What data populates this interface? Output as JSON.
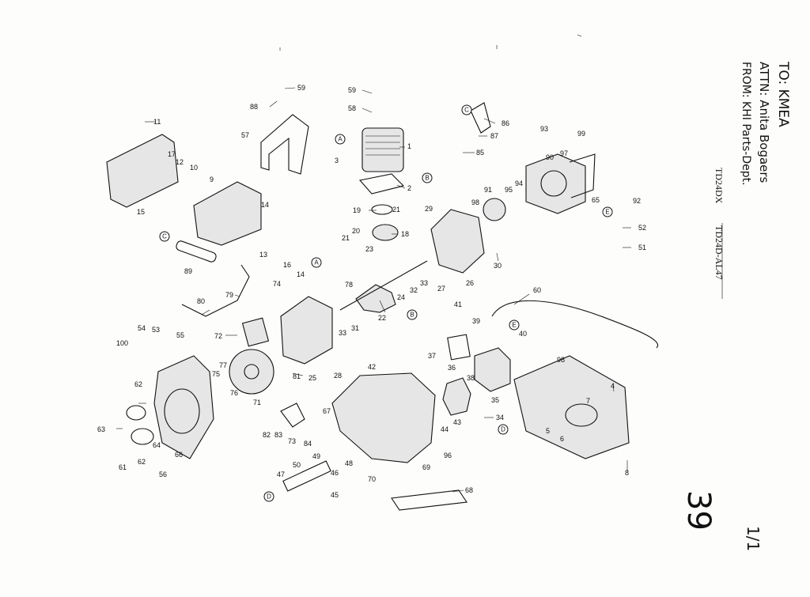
{
  "fax_header": {
    "to": "TO: KMEA",
    "attn": "ATTN: Anita Bogaers",
    "from": "FROM: KHI Parts-Dept."
  },
  "model": {
    "code_1": "TD24DX",
    "code_2": "TD24D-AL47"
  },
  "page_mark": {
    "number": "39",
    "fraction": "1/1"
  },
  "callouts": [
    "A",
    "B",
    "C",
    "D",
    "E"
  ],
  "part_numbers": [
    "1",
    "2",
    "3",
    "4",
    "5",
    "6",
    "7",
    "8",
    "9",
    "10",
    "11",
    "12",
    "13",
    "14",
    "15",
    "16",
    "17",
    "18",
    "19",
    "20",
    "21",
    "22",
    "23",
    "24",
    "25",
    "26",
    "27",
    "28",
    "29",
    "30",
    "31",
    "32",
    "33",
    "34",
    "35",
    "36",
    "37",
    "38",
    "39",
    "40",
    "41",
    "42",
    "43",
    "44",
    "45",
    "46",
    "47",
    "48",
    "49",
    "50",
    "51",
    "52",
    "53",
    "54",
    "55",
    "56",
    "57",
    "58",
    "59",
    "60",
    "61",
    "62",
    "63",
    "64",
    "65",
    "66",
    "67",
    "68",
    "69",
    "70",
    "71",
    "72",
    "73",
    "74",
    "75",
    "76",
    "77",
    "78",
    "79",
    "80",
    "81",
    "82",
    "83",
    "84",
    "85",
    "86",
    "87",
    "88",
    "89",
    "90",
    "91",
    "92",
    "93",
    "94",
    "95",
    "96",
    "97",
    "98",
    "99",
    "100"
  ]
}
